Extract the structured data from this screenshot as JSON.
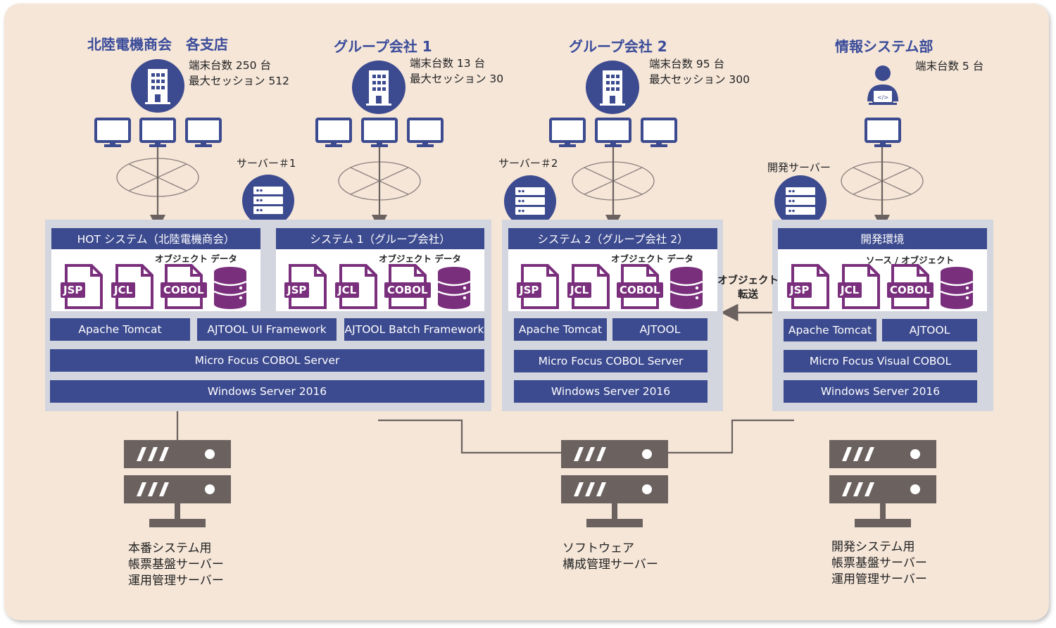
{
  "colors": {
    "navy": "#3c4a8f",
    "purple": "#7a2f7d",
    "server_gray": "#6b625f",
    "panel_gray": "#d3d6df",
    "background": "#f5e6d8"
  },
  "sites": [
    {
      "title": "北陸電機商会　各支店",
      "stat1": "端末台数 250 台",
      "stat2": "最大セッション 512",
      "icon": "building-icon"
    },
    {
      "title": "グループ会社 1",
      "stat1": "端末台数 13 台",
      "stat2": "最大セッション 30",
      "icon": "building-icon"
    },
    {
      "title": "グループ会社 2",
      "stat1": "端末台数 95 台",
      "stat2": "最大セッション 300",
      "icon": "building-icon"
    },
    {
      "title": "情報システム部",
      "stat1": "端末台数 5 台",
      "icon": "developer-icon"
    }
  ],
  "servers": {
    "server1": "サーバー＃1",
    "server2": "サーバー＃2",
    "dev": "開発サーバー"
  },
  "panel1": {
    "hot_title": "HOT システム（北陸電機商会）",
    "sys1_title": "システム 1（グループ会社）",
    "obj_label": "オブジェクト データ",
    "files": [
      "JSP",
      "JCL",
      "COBOL"
    ],
    "bars": [
      "Apache Tomcat",
      "AJTOOL UI Framework",
      "AJTOOL Batch Framework"
    ],
    "cobol_server": "Micro Focus COBOL Server",
    "os": "Windows Server 2016"
  },
  "panel2": {
    "title": "システム 2（グループ会社 2）",
    "obj_label": "オブジェクト データ",
    "files": [
      "JSP",
      "JCL",
      "COBOL"
    ],
    "bars": [
      "Apache Tomcat",
      "AJTOOL"
    ],
    "cobol_server": "Micro Focus COBOL Server",
    "os": "Windows Server 2016"
  },
  "panel3": {
    "title": "開発環境",
    "obj_label": "ソース / オブジェクト",
    "files": [
      "JSP",
      "JCL",
      "COBOL"
    ],
    "bars": [
      "Apache Tomcat",
      "AJTOOL"
    ],
    "cobol_server": "Micro Focus Visual COBOL",
    "os": "Windows Server 2016"
  },
  "transfer": {
    "line1": "オブジェクト",
    "line2": "転送"
  },
  "bottom_servers": [
    {
      "line1": "本番システム用",
      "line2": "帳票基盤サーバー",
      "line3": "運用管理サーバー"
    },
    {
      "line1": "ソフトウェア",
      "line2": "構成管理サーバー"
    },
    {
      "line1": "開発システム用",
      "line2": "帳票基盤サーバー",
      "line3": "運用管理サーバー"
    }
  ]
}
